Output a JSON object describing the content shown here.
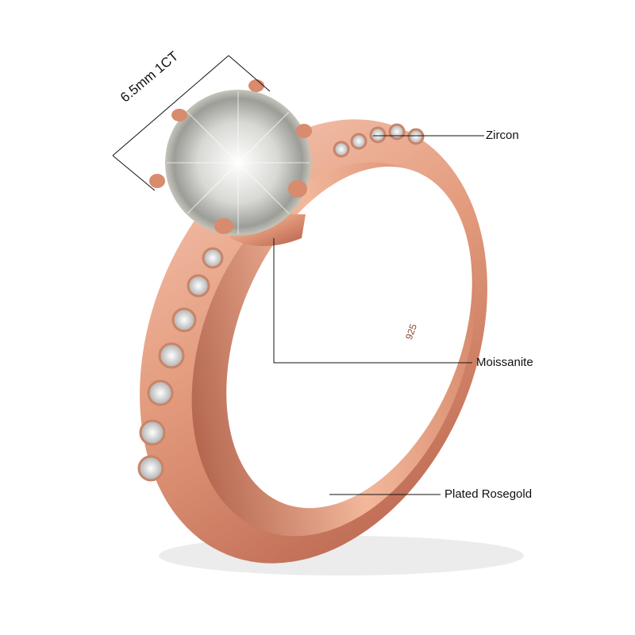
{
  "dimension_label": "6.5mm 1CT",
  "labels": {
    "zircon": "Zircon",
    "moissanite": "Moissanite",
    "plated_rosegold": "Plated Rosegold"
  },
  "engraving": "925",
  "colors": {
    "rosegold": "#e7a487",
    "rosegold_dark": "#b8664a",
    "line": "#111111"
  }
}
